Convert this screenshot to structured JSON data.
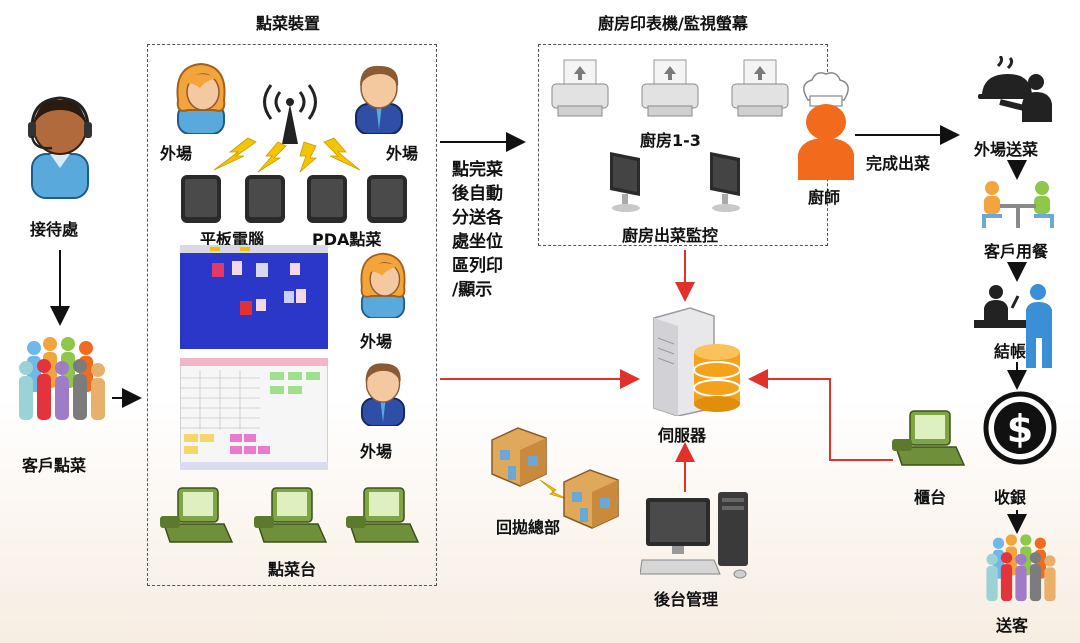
{
  "groups": {
    "order_devices": "點菜裝置",
    "kitchen": "廚房印表機/監視螢幕"
  },
  "labels": {
    "reception": "接待處",
    "customer_order": "客戶點菜",
    "waiter_left": "外場",
    "waiter_right": "外場",
    "tablet": "平板電腦",
    "pda": "PDA點菜",
    "waiter_screen1": "外場",
    "waiter_screen2": "外場",
    "order_station": "點菜台",
    "kitchen_printers": "廚房1-3",
    "kitchen_monitor": "廚房出菜監控",
    "chef": "廚師",
    "complete": "完成出菜",
    "server": "伺服器",
    "hq": "回拋總部",
    "backend": "後台管理",
    "counter": "櫃台",
    "serve": "外場送菜",
    "dine": "客戶用餐",
    "checkout": "結帳",
    "cashier": "收銀",
    "farewell": "送客"
  },
  "auto_send_lines": [
    "點完菜",
    "後自動",
    "分送各",
    "處坐位",
    "區列印",
    "/顯示"
  ],
  "colors": {
    "flow_black": "#111111",
    "flow_red": "#e0312b",
    "chef_orange": "#f26a1b",
    "wifi_yellow": "#f5c400",
    "server_orange": "#f4a21c"
  }
}
